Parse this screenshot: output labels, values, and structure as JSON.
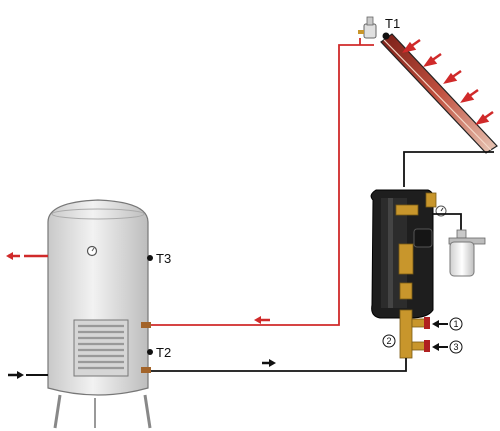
{
  "sensors": {
    "t1": "T1",
    "t2": "T2",
    "t3": "T3"
  },
  "connection_numbers": {
    "n1": "1",
    "n2": "2",
    "n3": "3"
  },
  "colors": {
    "hot_pipe": "#d02a2a",
    "cold_pipe": "#111111",
    "tank": "#d9d9d9",
    "collector": "#b03a2e",
    "pump_station": "#1e1e1e",
    "brass": "#c8962c",
    "expansion_vessel": "#efefef"
  },
  "icons": [
    "flow-arrow",
    "sun-ray-arrow",
    "gauge-icon",
    "air-vent-icon"
  ]
}
